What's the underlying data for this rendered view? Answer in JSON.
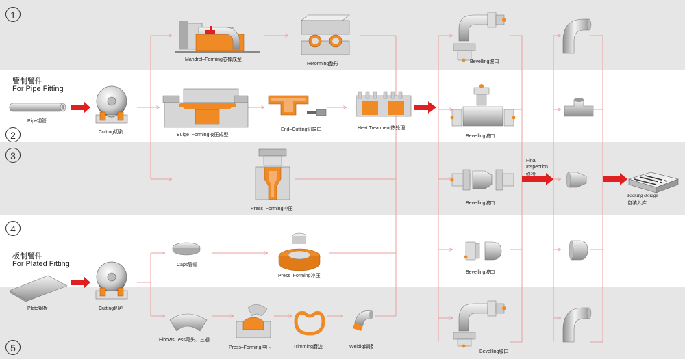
{
  "steps": {
    "s1": "1",
    "s2": "2",
    "s3": "3",
    "s4": "4",
    "s5": "5"
  },
  "pipe": {
    "title_cn": "管制管件",
    "title_en": "For Pipe Fitting",
    "material": "Pipe钢管",
    "cutting": "Cutting切割"
  },
  "plate": {
    "title_cn": "板制管件",
    "title_en": "For Plated Fitting",
    "material": "Plate钢板",
    "cutting": "Cutting切割"
  },
  "processes": {
    "mandrel": "Mandrel–Forming芯棒成型",
    "reforming": "Reforming整形",
    "bulge": "Bulge–Forming液压成型",
    "end_cutting": "End–Cutting切端口",
    "heat": "Heat Treatment热处理",
    "press1": "Press–Forming冲压",
    "caps": "Caps管帽",
    "press2": "Press–Forming冲压",
    "elbows": "Elbows,Tess弯头、三通",
    "press3": "Press–Forming冲压",
    "trimming": "Trimming磨边",
    "welding": "Weldig焊接"
  },
  "bevelling": [
    "Bevelling坡口",
    "Bevelling坡口",
    "Bevelling坡口",
    "Bevelling坡口",
    "Bevelling坡口"
  ],
  "final": {
    "line1": "Final",
    "line2": "Inspection",
    "line3": "终检"
  },
  "packing": {
    "en": "Packing storage",
    "cn": "包装入库"
  },
  "colors": {
    "band": "#e6e6e6",
    "flow": "#e8a0a0",
    "arrow": "#e02020",
    "orange": "#f08a24",
    "steel": "#c8c8c8"
  }
}
